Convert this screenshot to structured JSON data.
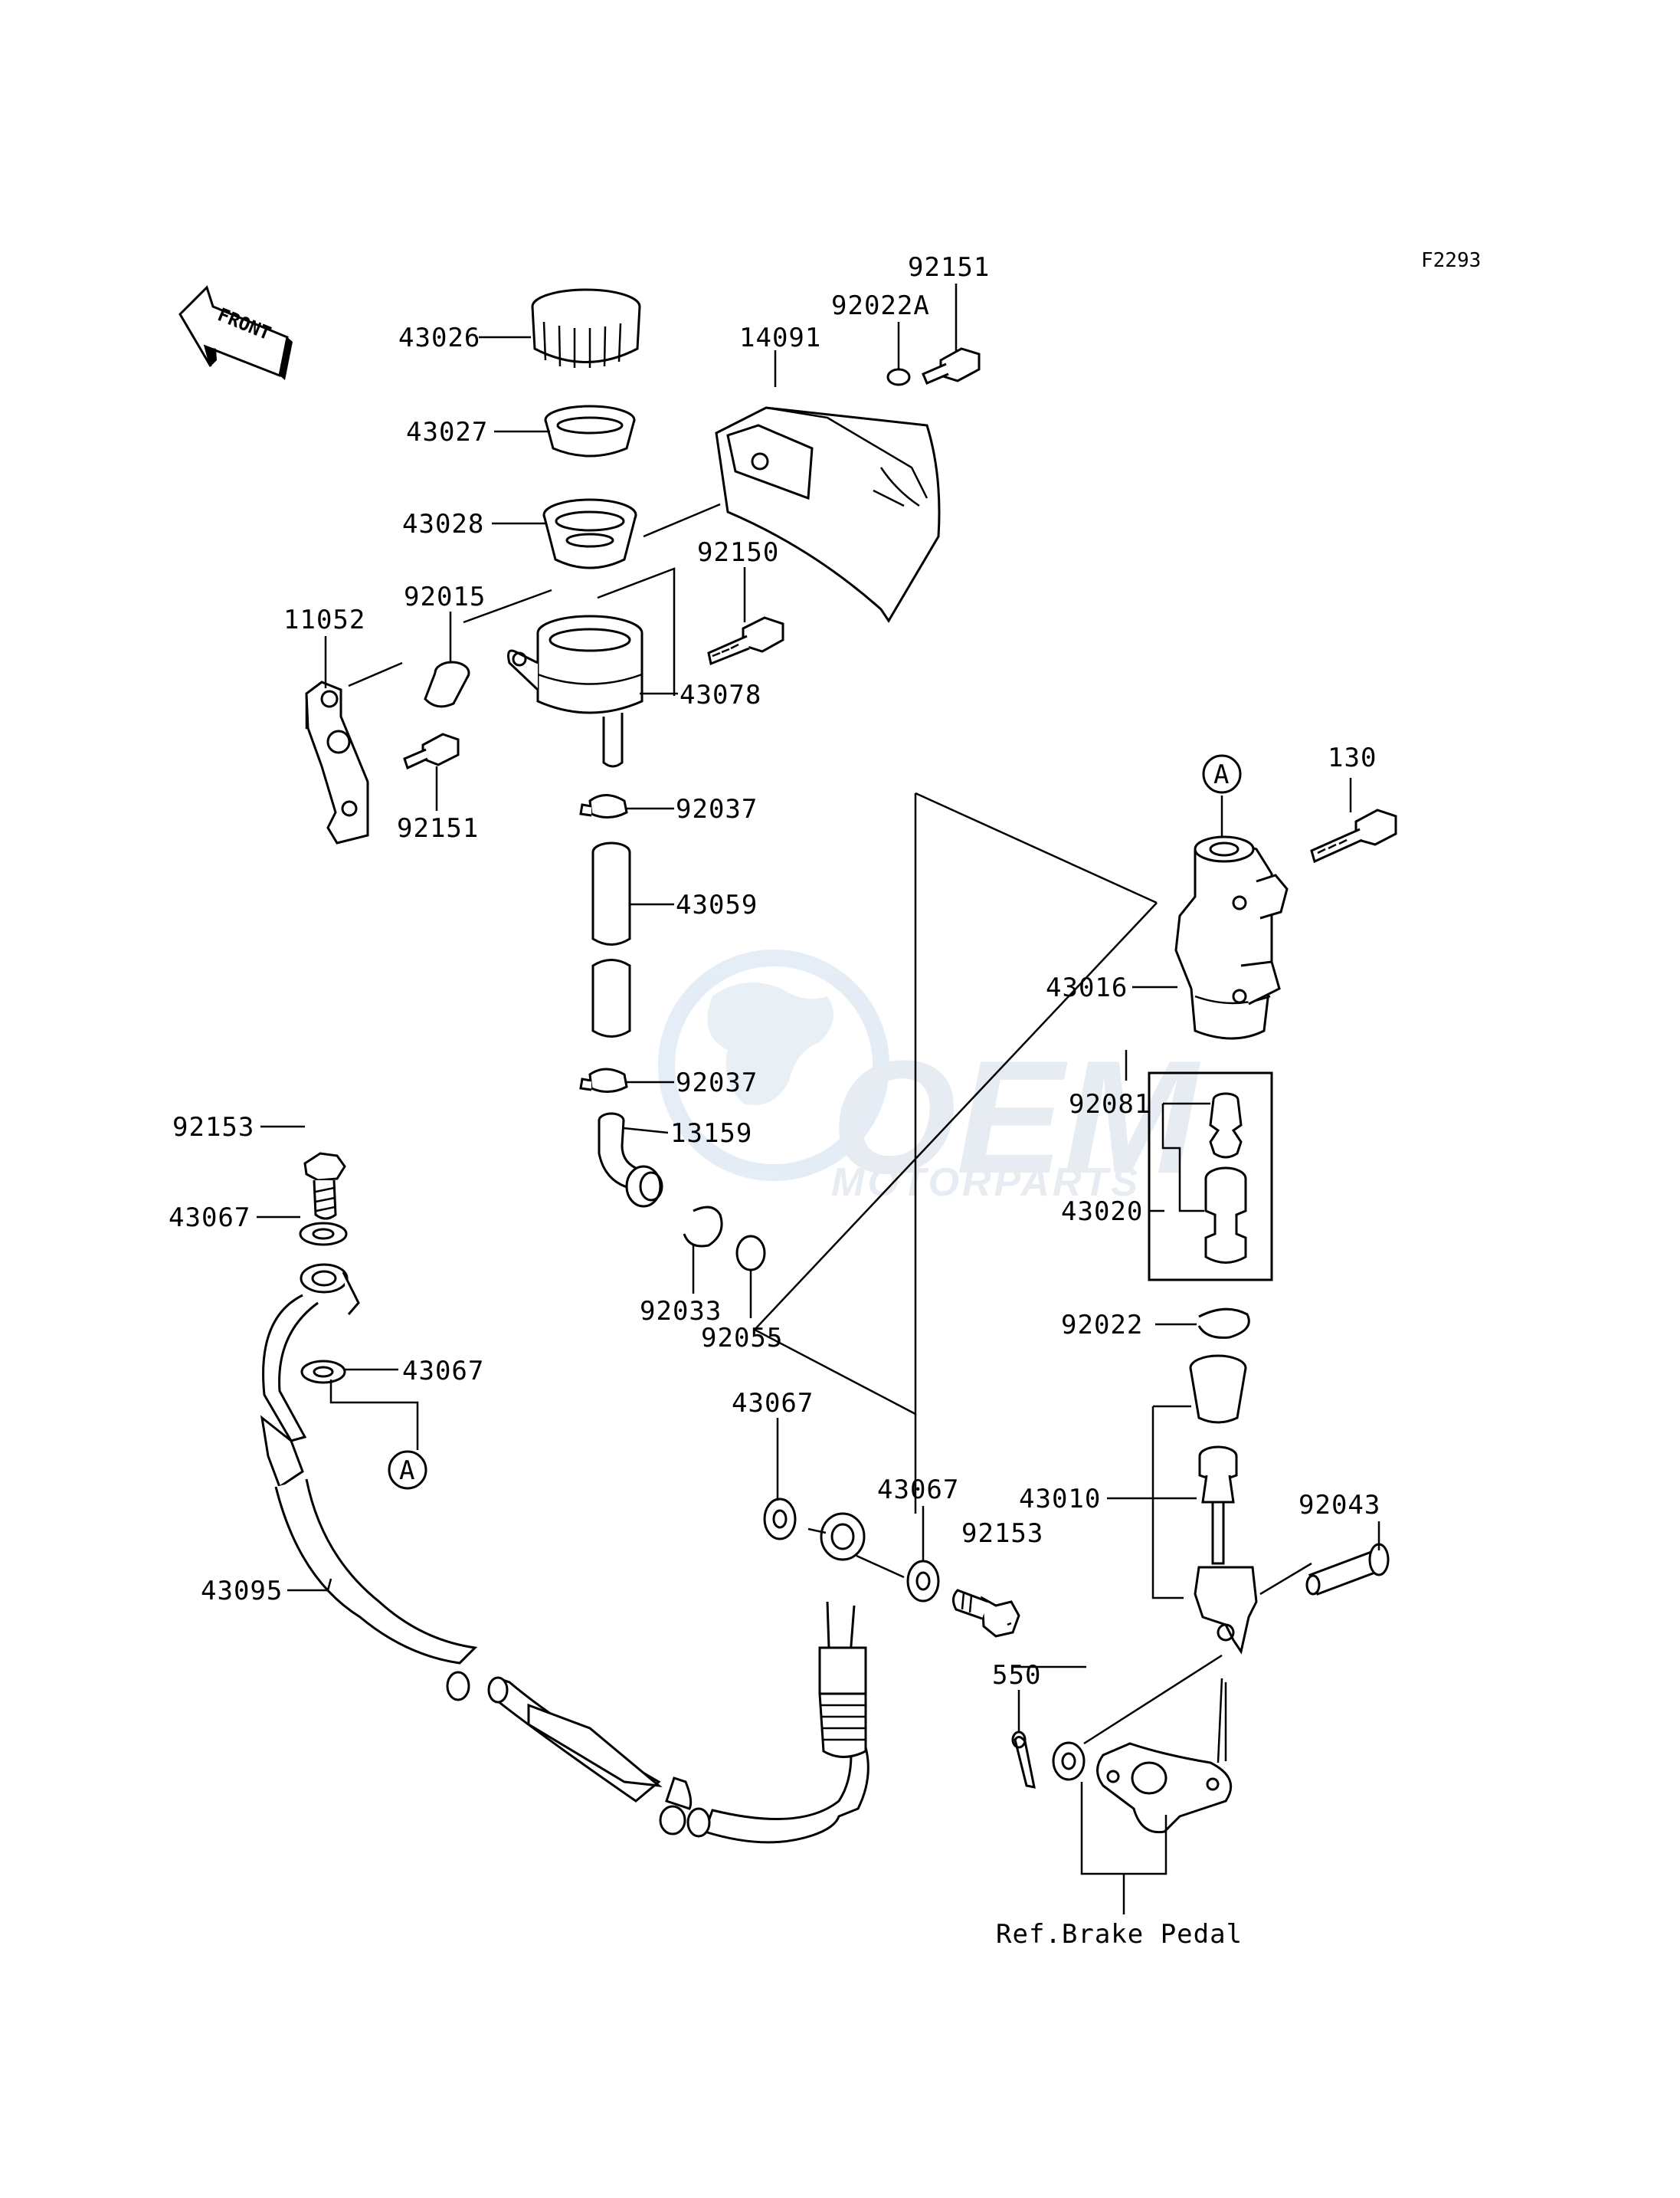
{
  "figure_id": "F2293",
  "front_arrow_label": "FRONT",
  "ref_note": "Ref.Brake Pedal",
  "reference_marker": "A",
  "watermark": {
    "logo_text": "OEM",
    "sub_text": "MOTORPARTS",
    "color": "#d6e4f0"
  },
  "part_labels": {
    "p43026": "43026",
    "p43027": "43027",
    "p43028": "43028",
    "p14091": "14091",
    "p92022A": "92022A",
    "p92151_top": "92151",
    "p92150": "92150",
    "p11052": "11052",
    "p92015": "92015",
    "p43078": "43078",
    "p92151_left": "92151",
    "p92037_top": "92037",
    "p43059": "43059",
    "p92037_bottom": "92037",
    "p13159": "13159",
    "p92033": "92033",
    "p92055": "92055",
    "p130": "130",
    "p43016": "43016",
    "p92081": "92081",
    "p43020": "43020",
    "p92022": "92022",
    "p43010": "43010",
    "p92043": "92043",
    "p92153_left": "92153",
    "p43067_a": "43067",
    "p43067_b": "43067",
    "p43067_c": "43067",
    "p43067_d": "43067",
    "p92153_right": "92153",
    "p550": "550",
    "p43095": "43095"
  }
}
